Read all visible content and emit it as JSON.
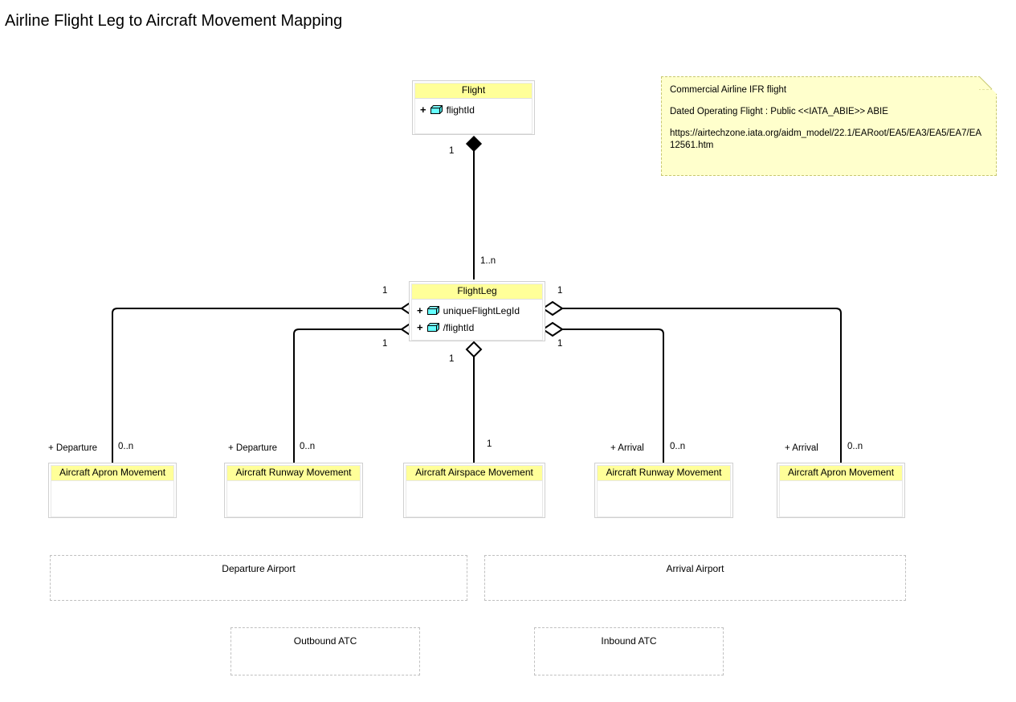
{
  "diagram": {
    "title": "Airline Flight Leg to Aircraft Movement Mapping",
    "type": "uml-class-diagram",
    "colors": {
      "class_header": "#ffff99",
      "class_border": "#d0d0d0",
      "note_fill": "#ffffcc",
      "note_border": "#c8c870",
      "attribute_icon": "#66ffff",
      "connector": "#000000",
      "group_border": "#c0c0c0"
    }
  },
  "classes": {
    "flight": {
      "name": "Flight",
      "attributes": [
        {
          "visibility": "+",
          "icon": "attribute-box-icon",
          "label": "flightId"
        }
      ]
    },
    "flight_leg": {
      "name": "FlightLeg",
      "attributes": [
        {
          "visibility": "+",
          "icon": "attribute-box-icon",
          "label": "uniqueFlightLegId"
        },
        {
          "visibility": "+",
          "icon": "attribute-box-icon",
          "label": "/flightId"
        }
      ]
    },
    "dep_apron": {
      "name": "Aircraft Apron Movement",
      "attributes": []
    },
    "dep_runway": {
      "name": "Aircraft Runway Movement",
      "attributes": []
    },
    "airspace": {
      "name": "Aircraft Airspace Movement",
      "attributes": []
    },
    "arr_runway": {
      "name": "Aircraft Runway Movement",
      "attributes": []
    },
    "arr_apron": {
      "name": "Aircraft Apron Movement",
      "attributes": []
    }
  },
  "note": {
    "lines": [
      "Commercial Airline IFR flight",
      "Dated Operating Flight : Public <<IATA_ABIE>> ABIE",
      "https://airtechzone.iata.org/aidm_model/22.1/EARoot/EA5/EA3/EA5/EA7/EA12561.htm"
    ]
  },
  "groups": [
    {
      "label": "Departure Airport"
    },
    {
      "label": "Arrival Airport"
    },
    {
      "label": "Outbound ATC"
    },
    {
      "label": "Inbound ATC"
    }
  ],
  "relationships": {
    "flight_to_flightleg": {
      "kind": "composition",
      "source_multiplicity": "1",
      "target_multiplicity": "1..n"
    },
    "leg_to_dep_apron": {
      "kind": "aggregation",
      "source_multiplicity": "1",
      "target_role": "+ Departure",
      "target_multiplicity": "0..n"
    },
    "leg_to_dep_runway": {
      "kind": "aggregation",
      "source_multiplicity": "1",
      "target_role": "+ Departure",
      "target_multiplicity": "0..n"
    },
    "leg_to_airspace": {
      "kind": "aggregation",
      "source_multiplicity": "1",
      "target_multiplicity": "1"
    },
    "leg_to_arr_runway": {
      "kind": "aggregation",
      "source_multiplicity": "1",
      "target_role": "+ Arrival",
      "target_multiplicity": "0..n"
    },
    "leg_to_arr_apron": {
      "kind": "aggregation",
      "source_multiplicity": "1",
      "target_role": "+ Arrival",
      "target_multiplicity": "0..n"
    }
  },
  "edge_labels": {
    "flight_src": "1",
    "flight_tgt": "1..n",
    "leg_left_top": "1",
    "leg_left_bottom": "1",
    "leg_right_top": "1",
    "leg_right_bottom": "1",
    "leg_bottom": "1",
    "dep_apron_role": "+ Departure",
    "dep_apron_mult": "0..n",
    "dep_runway_role": "+ Departure",
    "dep_runway_mult": "0..n",
    "airspace_mult": "1",
    "arr_runway_role": "+ Arrival",
    "arr_runway_mult": "0..n",
    "arr_apron_role": "+ Arrival",
    "arr_apron_mult": "0..n"
  }
}
